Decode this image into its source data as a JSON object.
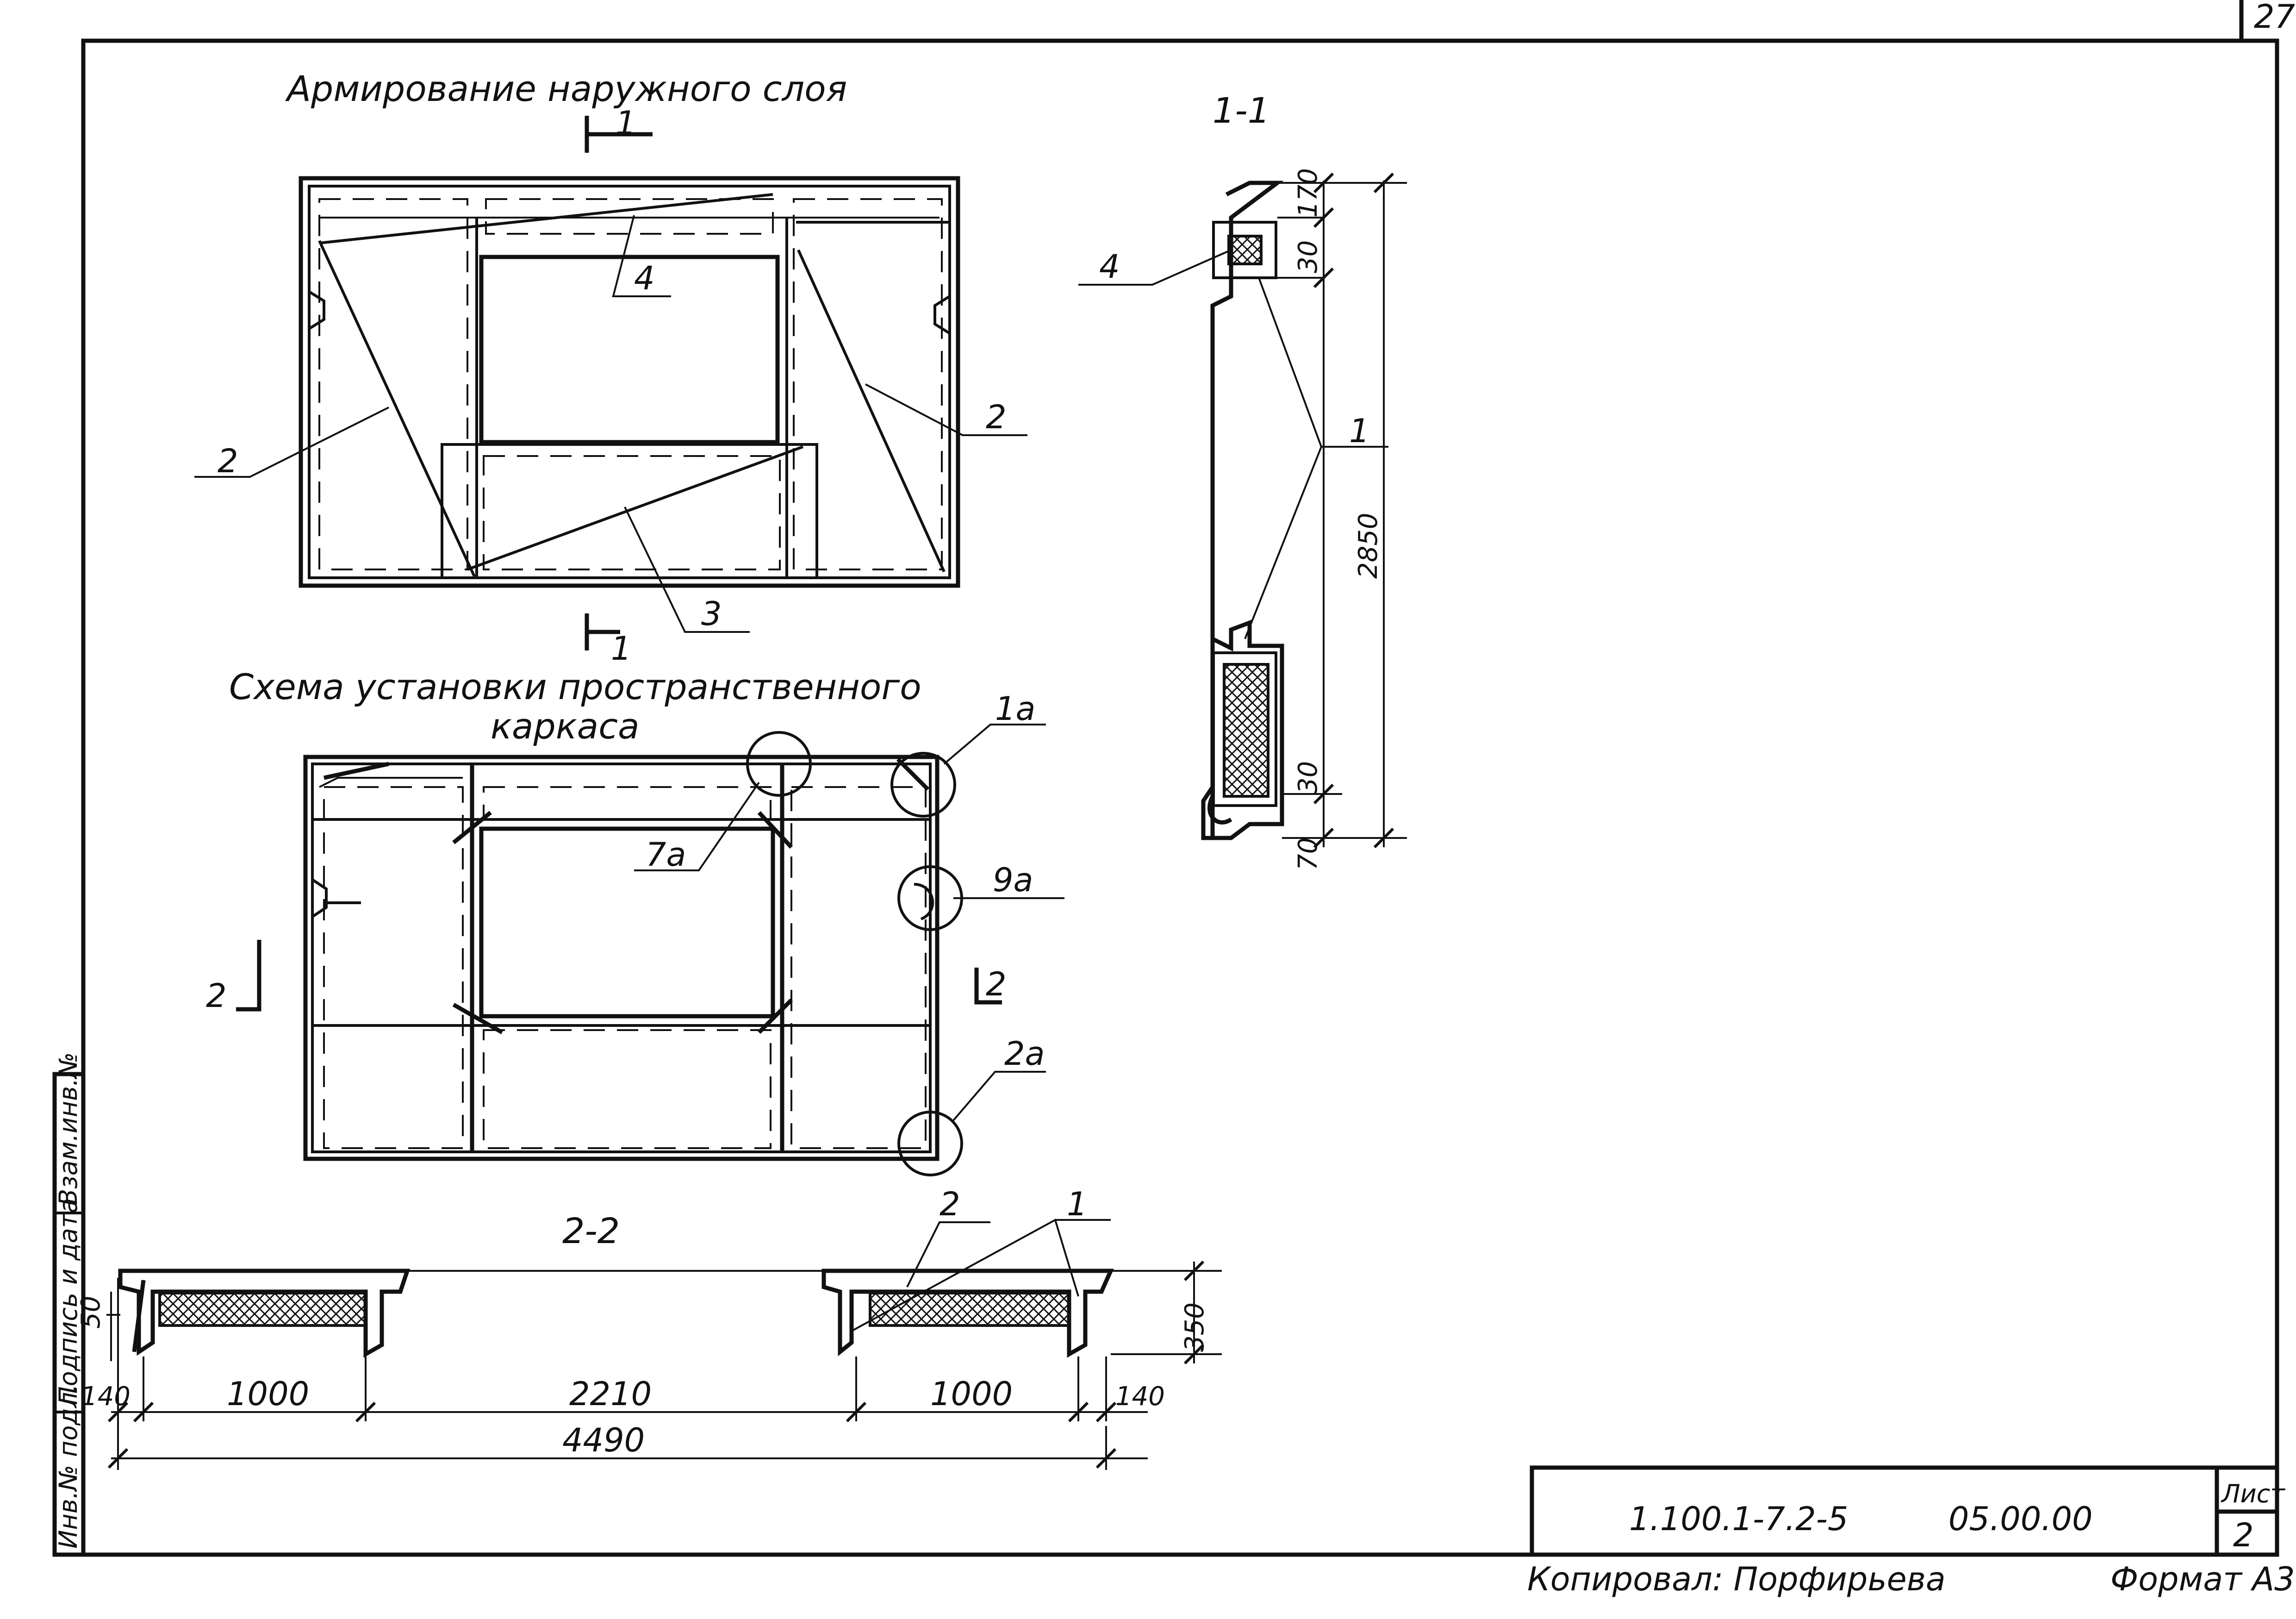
{
  "sheet_corner_number": "27",
  "views": {
    "outer_layer_title": "Армирование наружного слоя",
    "section_11_title": "1-1",
    "frame_scheme_title_line1": "Схема установки пространственного",
    "frame_scheme_title_line2": "каркаса",
    "section_22_title": "2-2"
  },
  "section_marks": {
    "cut1_top": "1",
    "cut1_bottom": "1",
    "cut2_left": "2",
    "cut2_right": "2"
  },
  "callouts": {
    "outer_layer": {
      "pos4": "4",
      "pos2_left": "2",
      "pos2_right": "2",
      "pos3": "3"
    },
    "section_11": {
      "pos4": "4",
      "pos1": "1"
    },
    "frame_scheme": {
      "node_1a": "1а",
      "node_7a": "7а",
      "node_9a": "9а",
      "node_2a": "2а"
    },
    "section_22": {
      "pos2": "2",
      "pos1": "1"
    }
  },
  "dimensions": {
    "section_11": {
      "d170": "170",
      "d30_top": "30",
      "d2850": "2850",
      "d30_bottom": "30",
      "d70": "70"
    },
    "section_22": {
      "d50": "50",
      "d350": "350",
      "d140_left": "140",
      "d1000_left": "1000",
      "d2210": "2210",
      "d1000_right": "1000",
      "d140_right": "140",
      "d4490": "4490"
    }
  },
  "side_stamp": {
    "inv_orig": "Инв.№ подл.",
    "sign_date": "Подпись и дата",
    "replaced_inv": "Взам.инв.№"
  },
  "title_block": {
    "doc_code": "1.100.1-7.2-5",
    "part_code": "05.00.00",
    "sheet_label": "Лист",
    "sheet_number": "2"
  },
  "footer": {
    "copied_by": "Копировал: Порфирьева",
    "format": "Формат А3"
  }
}
